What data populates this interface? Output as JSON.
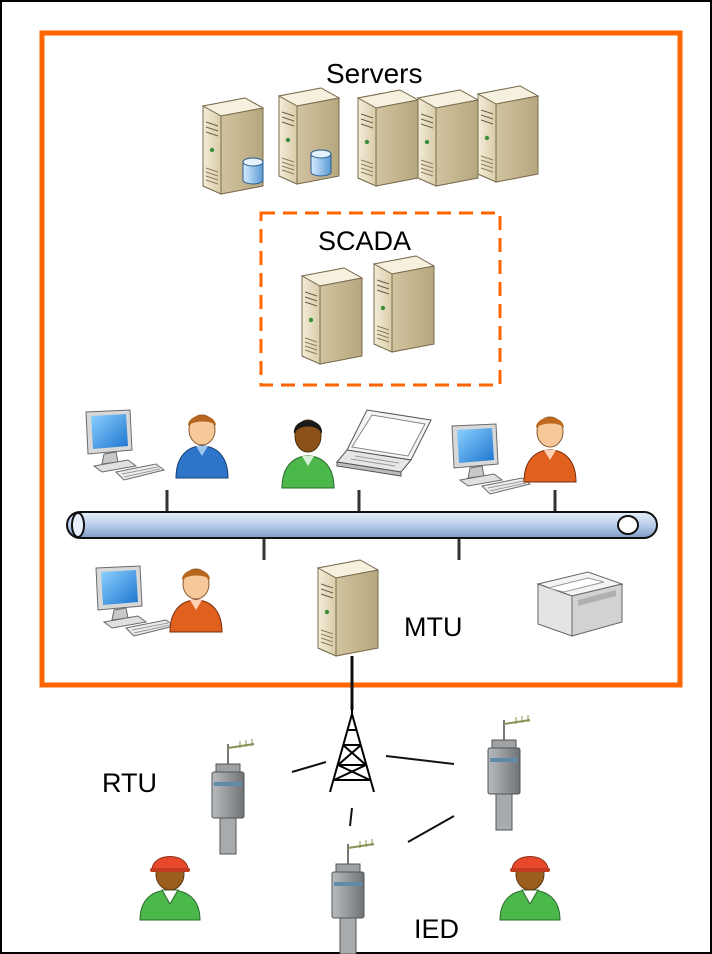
{
  "labels": {
    "servers": "Servers",
    "scada": "SCADA",
    "mtu": "MTU",
    "rtu": "RTU",
    "ied": "IED"
  },
  "colors": {
    "zone_border": "#FF6600",
    "outer_border": "#000000",
    "bus_fill": "#C7D8F0",
    "bus_stroke": "#000000",
    "server_beige": "#E8DEC2",
    "monitor_screen": "#2C8FE0",
    "user_blue": "#2E74C9",
    "user_green": "#4CB84C",
    "user_orange": "#E0601E",
    "hardhat_red": "#E8492A",
    "field_device_gray": "#8E9396"
  },
  "icons": [
    "server-icon",
    "database-icon",
    "workstation-icon",
    "laptop-icon",
    "user-icon",
    "printer-icon",
    "radio-tower-icon",
    "field-device-icon",
    "field-worker-icon"
  ]
}
